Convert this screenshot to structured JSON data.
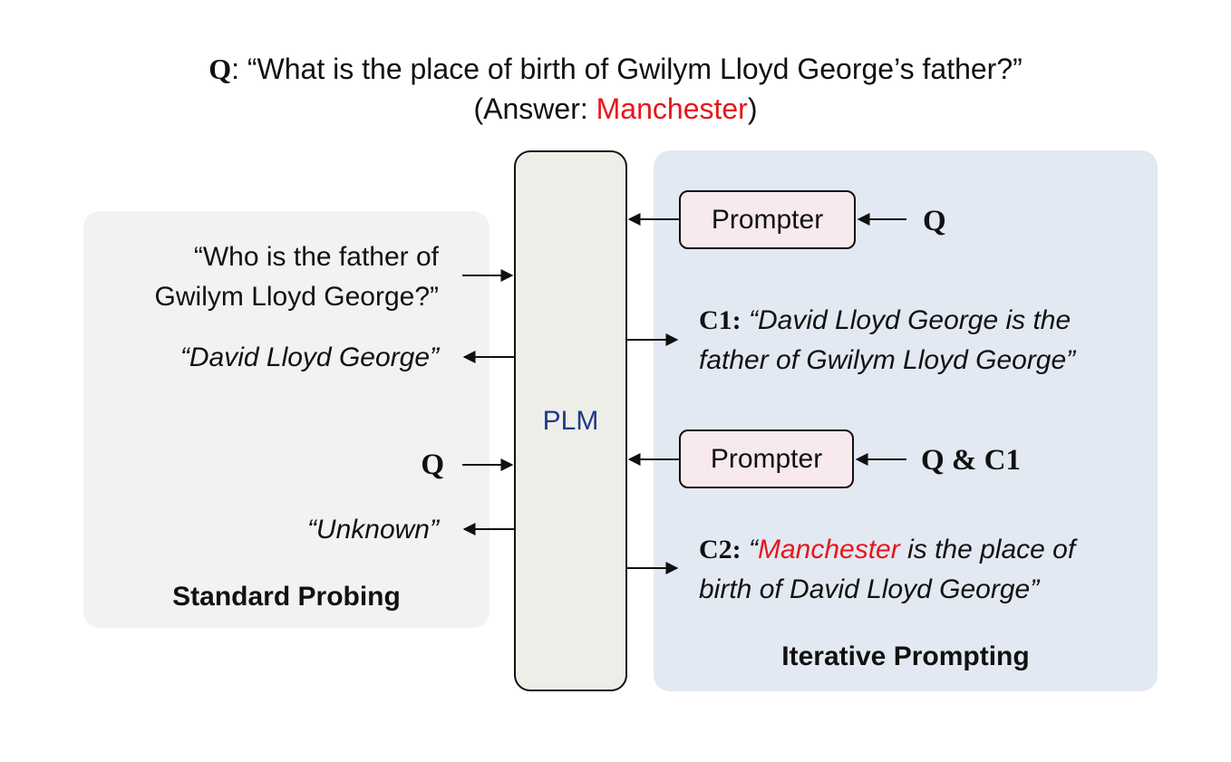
{
  "question": {
    "prefix": "Q",
    "text": ": “What is the place of birth of Gwilym Lloyd George’s father?”",
    "answer_open": "(Answer: ",
    "answer": "Manchester",
    "answer_close": ")"
  },
  "plm": {
    "label": "PLM"
  },
  "standard_probing": {
    "title": "Standard Probing",
    "sub_question_line1": "“Who is the father of",
    "sub_question_line2": "Gwilym Lloyd George?”",
    "sub_answer": "“David Lloyd George”",
    "q_label": "Q",
    "q_answer": "“Unknown”"
  },
  "iterative_prompting": {
    "title": "Iterative Prompting",
    "prompter1": {
      "label": "Prompter",
      "input": "Q"
    },
    "c1": {
      "label": "C1:",
      "line1": " “David Lloyd George is the",
      "line2": "father of Gwilym Lloyd George”"
    },
    "prompter2": {
      "label": "Prompter",
      "input": "Q & C1"
    },
    "c2": {
      "label": "C2:",
      "open_quote": " “",
      "highlight": "Manchester",
      "line1_rest": " is the place of",
      "line2": "birth of David Lloyd George”"
    }
  },
  "colors": {
    "accent_red": "#e8151b",
    "plm_text": "#1f3a8a",
    "standard_panel": "#f2f2f2",
    "iterative_panel": "#e3e9f2",
    "prompter_fill": "#f7e9ec"
  }
}
